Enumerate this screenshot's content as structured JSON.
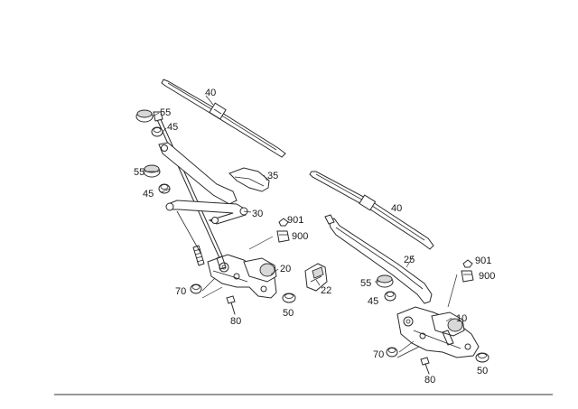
{
  "callouts": {
    "c40a": "40",
    "c55a": "55",
    "c45a": "45",
    "c35": "35",
    "c55b": "55",
    "c45b": "45",
    "c30": "30",
    "c901a": "901",
    "c900a": "900",
    "c20": "20",
    "c22": "22",
    "c70a": "70",
    "c80a": "80",
    "c50a": "50",
    "c40b": "40",
    "c25": "25",
    "c901b": "901",
    "c900b": "900",
    "c55c": "55",
    "c45c": "45",
    "c10": "10",
    "c70b": "70",
    "c80b": "80",
    "c50b": "50"
  }
}
